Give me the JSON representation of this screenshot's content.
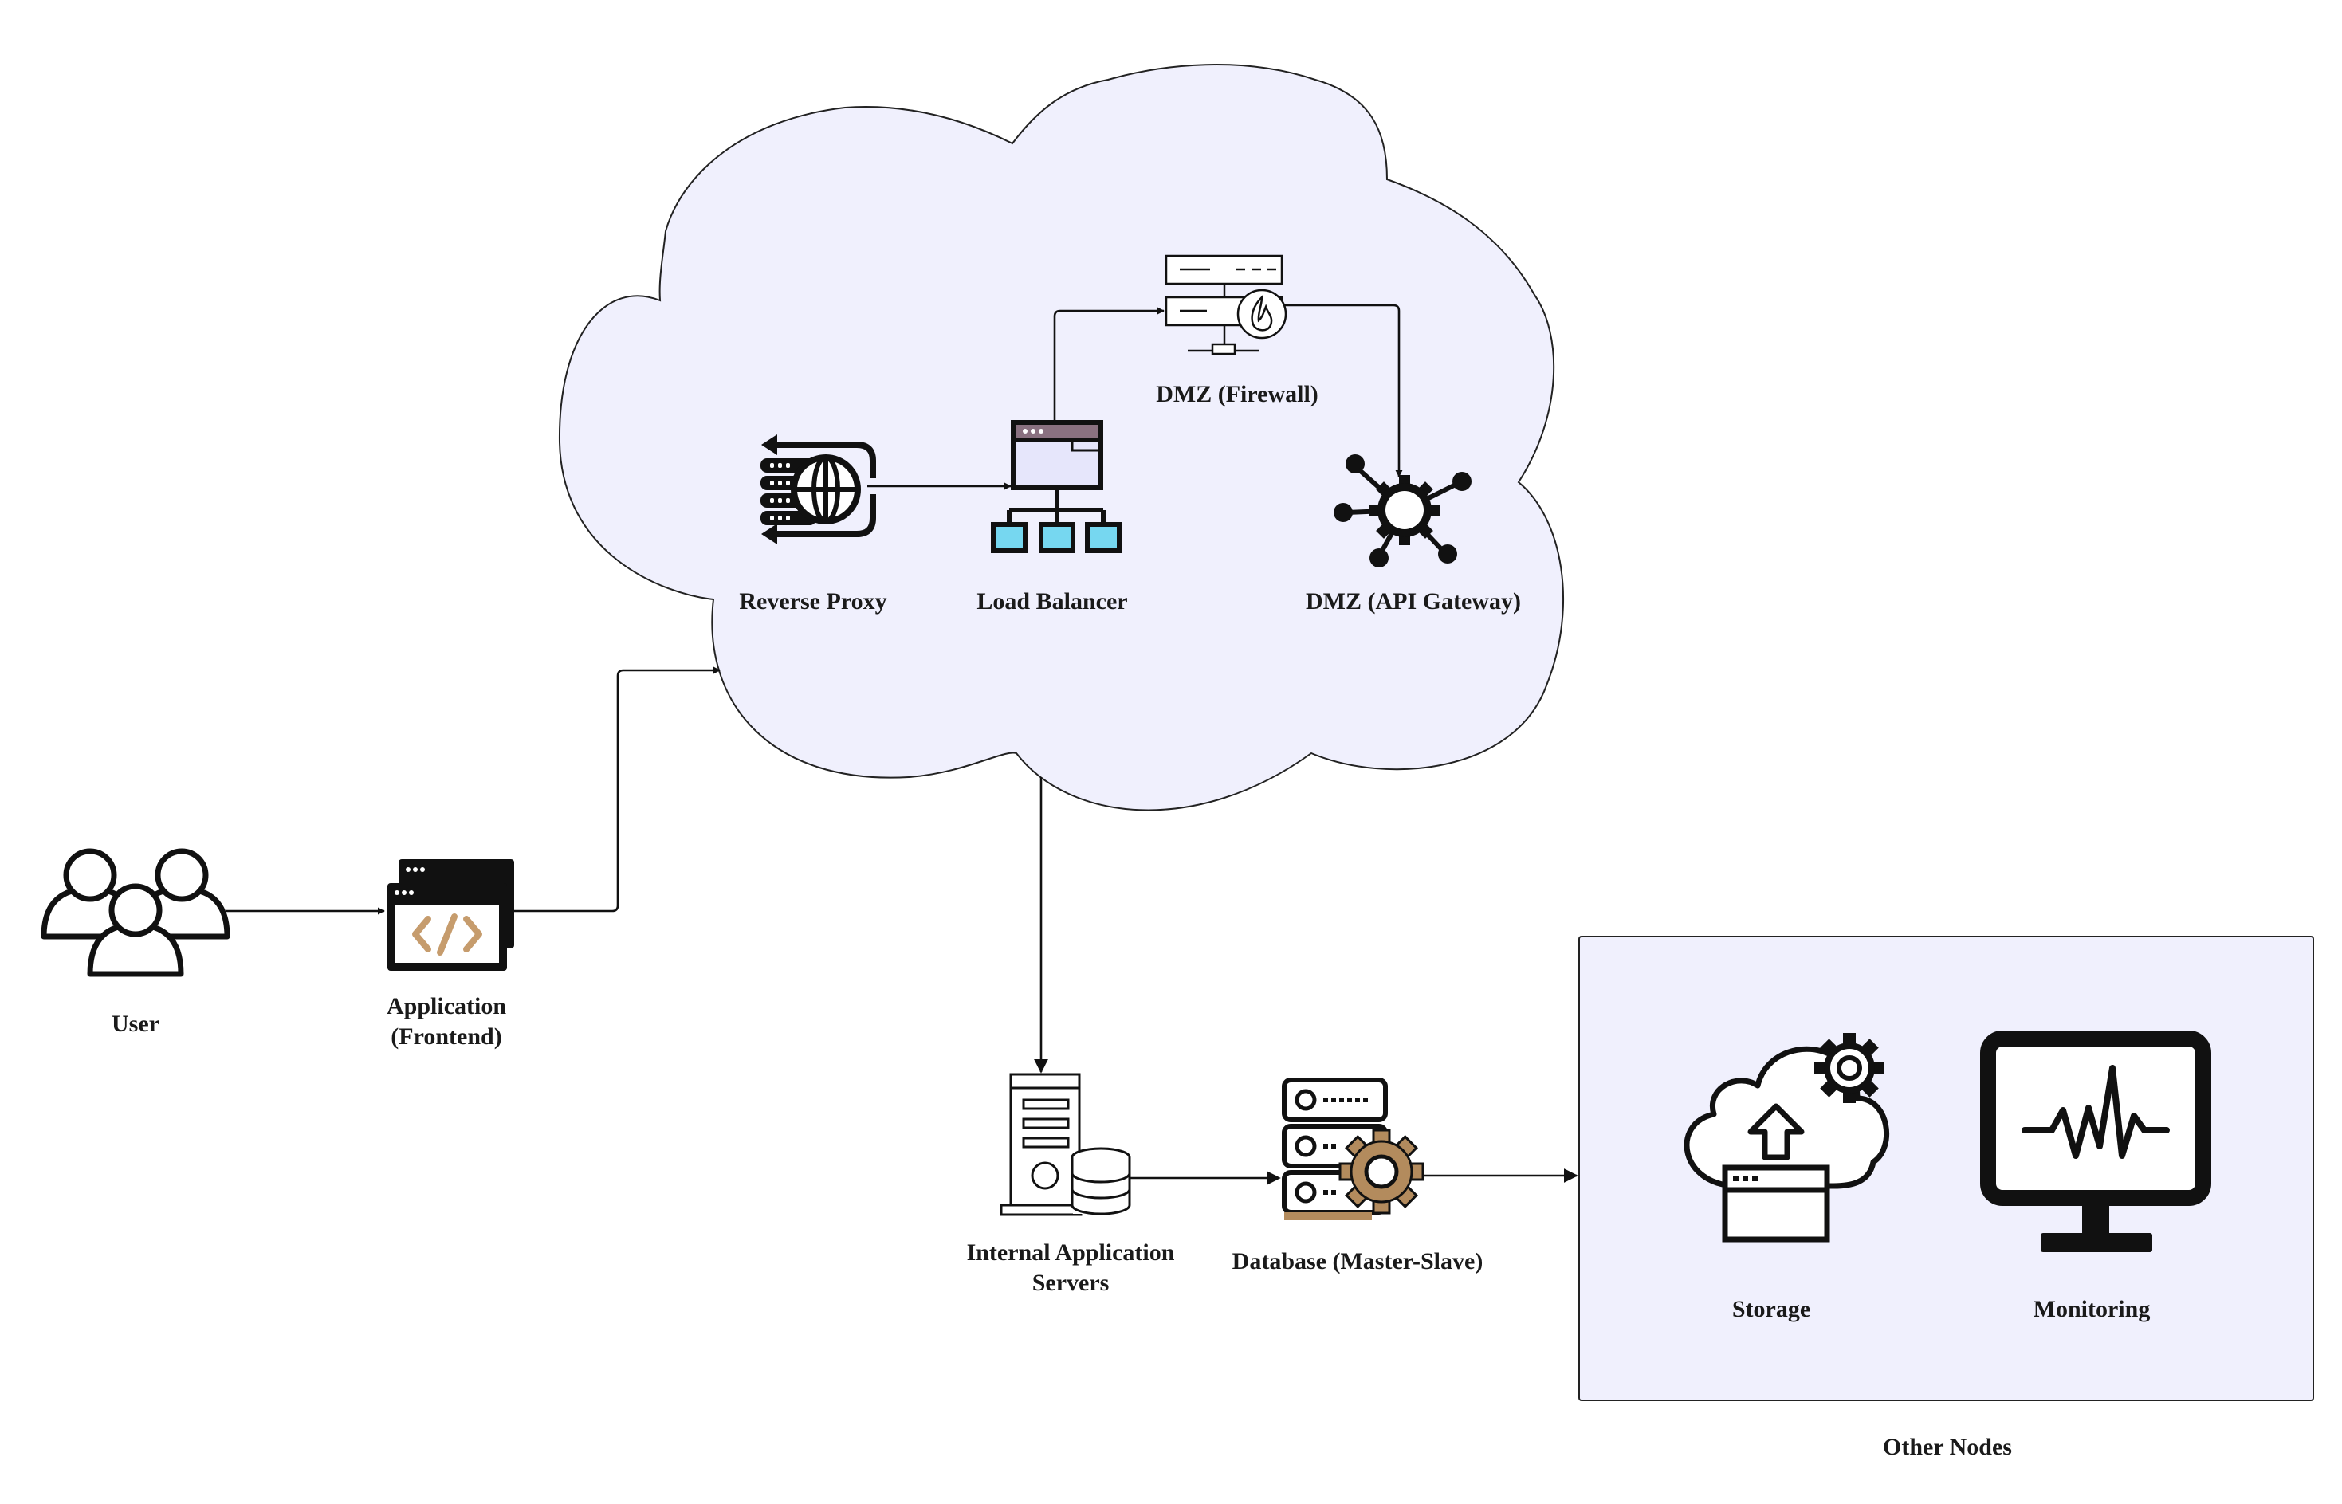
{
  "diagram": {
    "nodes": {
      "user": "User",
      "application_line1": "Application",
      "application_line2": "(Frontend)",
      "reverse_proxy": "Reverse Proxy",
      "load_balancer": "Load Balancer",
      "firewall": "DMZ (Firewall)",
      "api_gateway": "DMZ (API Gateway)",
      "internal_servers_line1": "Internal Application",
      "internal_servers_line2": "Servers",
      "database": "Database (Master-Slave)",
      "storage": "Storage",
      "monitoring": "Monitoring",
      "other_nodes": "Other Nodes"
    },
    "icons": {
      "user": "users-group-icon",
      "application": "code-window-icon",
      "reverse_proxy": "reverse-proxy-icon",
      "load_balancer": "load-balancer-icon",
      "firewall": "firewall-icon",
      "api_gateway": "api-gateway-icon",
      "internal_servers": "server-database-icon",
      "database": "database-gear-icon",
      "storage": "cloud-storage-icon",
      "monitoring": "monitor-pulse-icon"
    },
    "colors": {
      "cloud_fill": "#f0f0fd",
      "group_fill": "#f0f0fd",
      "code_accent": "#c69c6d",
      "gear_accent": "#b38b5d",
      "balancer_node": "#76d7f0",
      "window_bar": "#8a7180",
      "outline": "#111111"
    }
  }
}
